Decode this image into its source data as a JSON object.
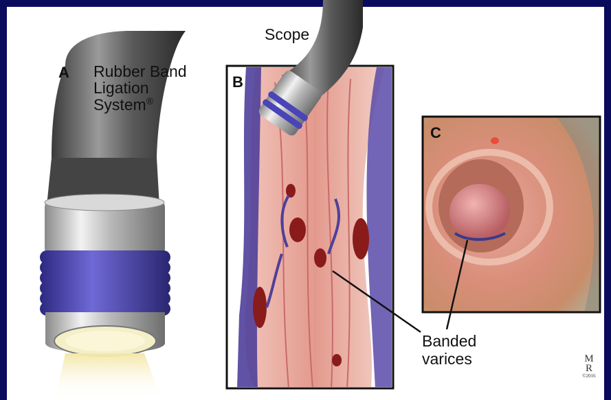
{
  "panel_a": {
    "letter": "A",
    "caption_line1": "Rubber Band",
    "caption_line2": "Ligation",
    "caption_line3": "System",
    "caption_mark": "®"
  },
  "panel_b": {
    "letter": "B",
    "scope_label": "Scope",
    "banded_line1": "Banded",
    "banded_line2": "varices"
  },
  "panel_c": {
    "letter": "C"
  },
  "logo": {
    "letters_top": "M",
    "letters_mid": "R",
    "letters_small": "©2016"
  },
  "colors": {
    "background": "#0b0b5e",
    "band": "#4a44b8",
    "tissue": "#e8a9a0",
    "vein": "#4f3f9a",
    "varix": "#8a1b1b"
  }
}
